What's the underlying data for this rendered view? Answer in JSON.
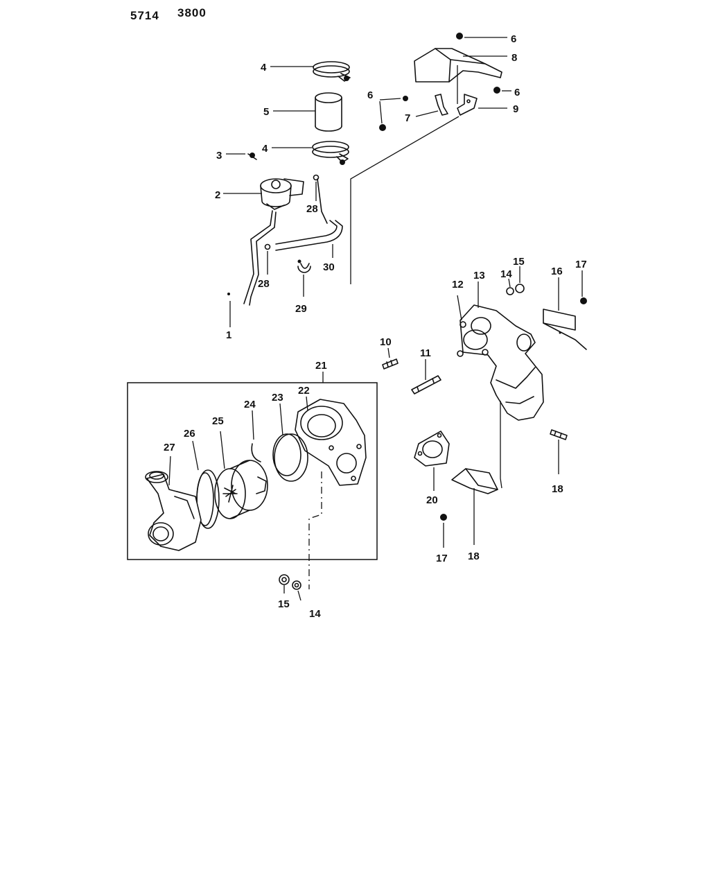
{
  "header": {
    "group_code": "5714",
    "figure_code": "3800"
  },
  "callouts": {
    "p1": "1",
    "p2": "2",
    "p3": "3",
    "p4a": "4",
    "p4b": "4",
    "p5": "5",
    "p6a": "6",
    "p6b": "6",
    "p6c": "6",
    "p7": "7",
    "p8": "8",
    "p9": "9",
    "p10": "10",
    "p11": "11",
    "p12": "12",
    "p13": "13",
    "p14a": "14",
    "p14b": "14",
    "p15a": "15",
    "p15b": "15",
    "p16": "16",
    "p17a": "17",
    "p17b": "17",
    "p18a": "18",
    "p18b": "18",
    "p20": "20",
    "p21": "21",
    "p22": "22",
    "p23": "23",
    "p24": "24",
    "p25": "25",
    "p26": "26",
    "p27": "27",
    "p28a": "28",
    "p28b": "28",
    "p29": "29",
    "p30": "30"
  }
}
